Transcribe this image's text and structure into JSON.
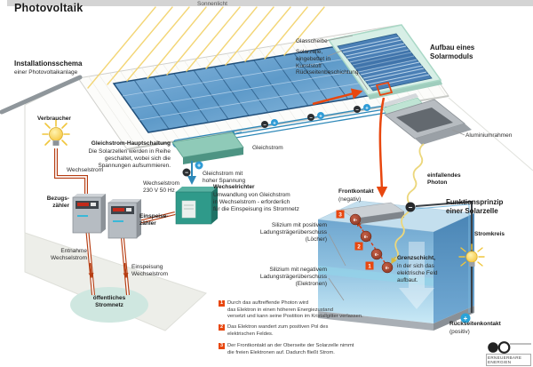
{
  "title": "Photovoltaik",
  "symbols": {
    "plus": "+",
    "minus": "−",
    "electron": "e-"
  },
  "colors": {
    "accent_orange": "#E8470F",
    "wire_red": "#B63D12",
    "dc_blue": "#2E88B8",
    "inverter_teal": "#2F9A8A",
    "sun_yellow": "#F2D272",
    "panel_blue": "#5E9AC9"
  },
  "installation": {
    "heading": "Installationsschema",
    "subheading": "einer Photovoltaikanlage",
    "sonnenlicht": "Sonnenlicht",
    "verbraucher": "Verbraucher",
    "wechselstrom": "Wechselstrom",
    "hauptschaltung_title": "Gleichstrom-Hauptschaltung",
    "hauptschaltung_text": "Die Solarzellen werden in Reihe\ngeschaltet, wobei sich die\nSpannungen aufsummieren.",
    "wechselstrom_230": "Wechselstrom\n230 V 50 Hz",
    "bezugszaehler": "Bezugs-\nzähler",
    "einspeisezaehler": "Einspeise-\nzähler",
    "gleichstrom": "Gleichstrom",
    "gleichstrom_hoch": "Gleichstrom mit\nhoher Spannung",
    "wechselrichter_title": "Wechselrichter",
    "wechselrichter_text": "Umwandlung von Gleichstrom\nin Wechselstrom - erforderlich\nfür die Einspeisung ins Stromnetz",
    "entnahme": "Entnahme\nWechselstrom",
    "einspeisung": "Einspeisung\nWechselstrom",
    "stromnetz": "öffentliches\nStromnetz"
  },
  "module": {
    "heading": "Aufbau eines\nSolarmoduls",
    "glasscheibe": "Glasscheibe",
    "solarzelle": "Solarzelle,\neingebettet in\nKunststoff",
    "rueckseite": "Rückseitenbeschichtung",
    "aluminiumrahmen": "Aluminiumrahmen"
  },
  "cell": {
    "heading": "Funktionsprinzip\neiner Solarzelle",
    "photon": "einfallendes\nPhoton",
    "frontkontakt": "Frontkontakt",
    "frontkontakt_sub": "(negativ)",
    "silizium_positiv": "Silizium mit positivem\nLadungsträgerüberschuss\n(Löcher)",
    "silizium_negativ": "Silizium mit negativem\nLadungsträgerüberschuss\n(Elektronen)",
    "grenzschicht_title": "Grenzschicht,",
    "grenzschicht_text": "in der sich das\nelektrische Feld\naufbaut.",
    "stromkreis": "Stromkreis",
    "rueckseitenkontakt": "Rückseitenkontakt",
    "rueckseitenkontakt_sub": "(positiv)"
  },
  "steps": [
    {
      "num": "1",
      "text": "Durch das auftreffende Photon wird\ndas Elektron in einen höheren Energiezustand\nversetzt und kann seine Postition im Kristallgitter verlassen."
    },
    {
      "num": "2",
      "text": "Das Elektron wandert zum positiven Pol des\nelektrischen Feldes."
    },
    {
      "num": "3",
      "text": "Der Frontkontakt an der Oberseite der Solarzelle nimmt\ndie freien Elektronen auf. Dadurch fließt Strom."
    }
  ],
  "logo": {
    "text": "ERNEUERBARE\nENERGIEN"
  }
}
